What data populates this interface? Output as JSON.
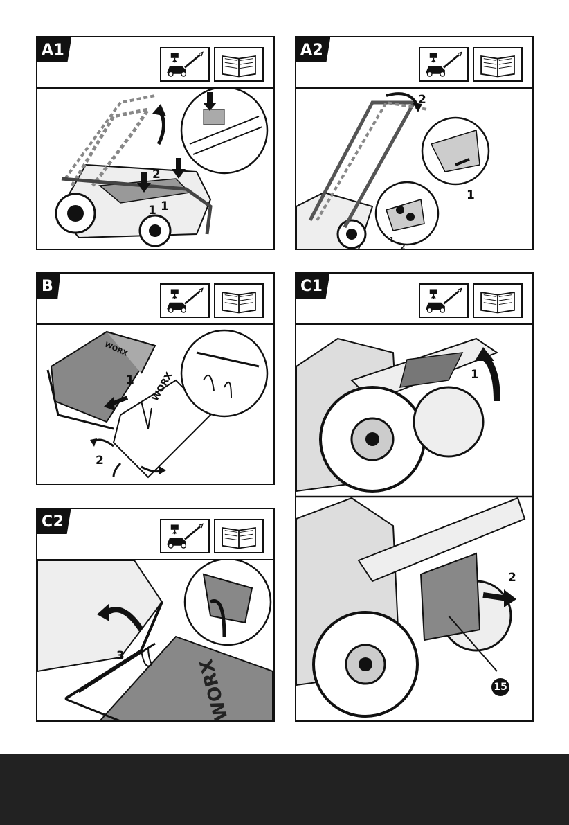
{
  "panels": {
    "a1": {
      "label": "A1",
      "steps": [
        "1",
        "1",
        "2"
      ]
    },
    "a2": {
      "label": "A2",
      "steps": [
        "1",
        "2"
      ],
      "detail": [
        "1",
        "2"
      ]
    },
    "b": {
      "label": "B",
      "steps": [
        "1",
        "2"
      ],
      "logo": "WORX"
    },
    "c1": {
      "label": "C1",
      "steps": [
        "1",
        "2"
      ],
      "callout": "15"
    },
    "c2": {
      "label": "C2",
      "steps": [
        "3"
      ],
      "logo": "WORX"
    }
  },
  "icons": [
    "mower-remove-key-icon",
    "manual-book-icon"
  ]
}
